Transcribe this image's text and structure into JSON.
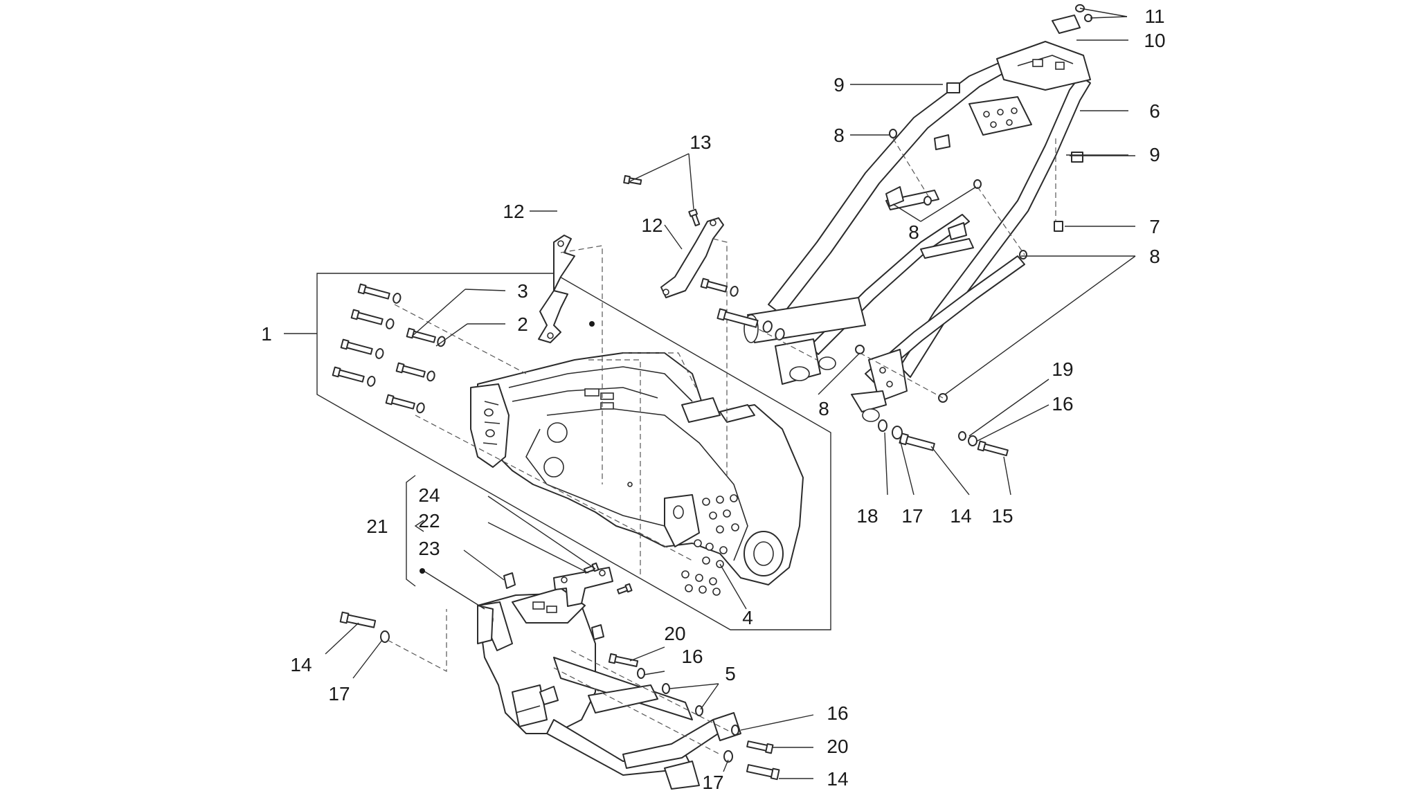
{
  "diagram": {
    "colors": {
      "line": "#2b2b2b",
      "text": "#1a1a1a",
      "background": "#ffffff"
    },
    "callouts": [
      {
        "id": "c1",
        "text": "1"
      },
      {
        "id": "c2",
        "text": "2"
      },
      {
        "id": "c3",
        "text": "3"
      },
      {
        "id": "c4",
        "text": "4"
      },
      {
        "id": "c5",
        "text": "5"
      },
      {
        "id": "c6",
        "text": "6"
      },
      {
        "id": "c7",
        "text": "7"
      },
      {
        "id": "c8a",
        "text": "8"
      },
      {
        "id": "c8b",
        "text": "8"
      },
      {
        "id": "c8c",
        "text": "8"
      },
      {
        "id": "c8d",
        "text": "8"
      },
      {
        "id": "c9a",
        "text": "9"
      },
      {
        "id": "c9b",
        "text": "9"
      },
      {
        "id": "c10",
        "text": "10"
      },
      {
        "id": "c11",
        "text": "11"
      },
      {
        "id": "c12a",
        "text": "12"
      },
      {
        "id": "c12b",
        "text": "12"
      },
      {
        "id": "c13",
        "text": "13"
      },
      {
        "id": "c14a",
        "text": "14"
      },
      {
        "id": "c14b",
        "text": "14"
      },
      {
        "id": "c14c",
        "text": "14"
      },
      {
        "id": "c15",
        "text": "15"
      },
      {
        "id": "c16a",
        "text": "16"
      },
      {
        "id": "c16b",
        "text": "16"
      },
      {
        "id": "c16c",
        "text": "16"
      },
      {
        "id": "c17a",
        "text": "17"
      },
      {
        "id": "c17b",
        "text": "17"
      },
      {
        "id": "c17c",
        "text": "17"
      },
      {
        "id": "c18",
        "text": "18"
      },
      {
        "id": "c19",
        "text": "19"
      },
      {
        "id": "c20a",
        "text": "20"
      },
      {
        "id": "c20b",
        "text": "20"
      },
      {
        "id": "c21",
        "text": "21"
      },
      {
        "id": "c22",
        "text": "22"
      },
      {
        "id": "c23",
        "text": "23"
      },
      {
        "id": "c24",
        "text": "24"
      }
    ]
  }
}
